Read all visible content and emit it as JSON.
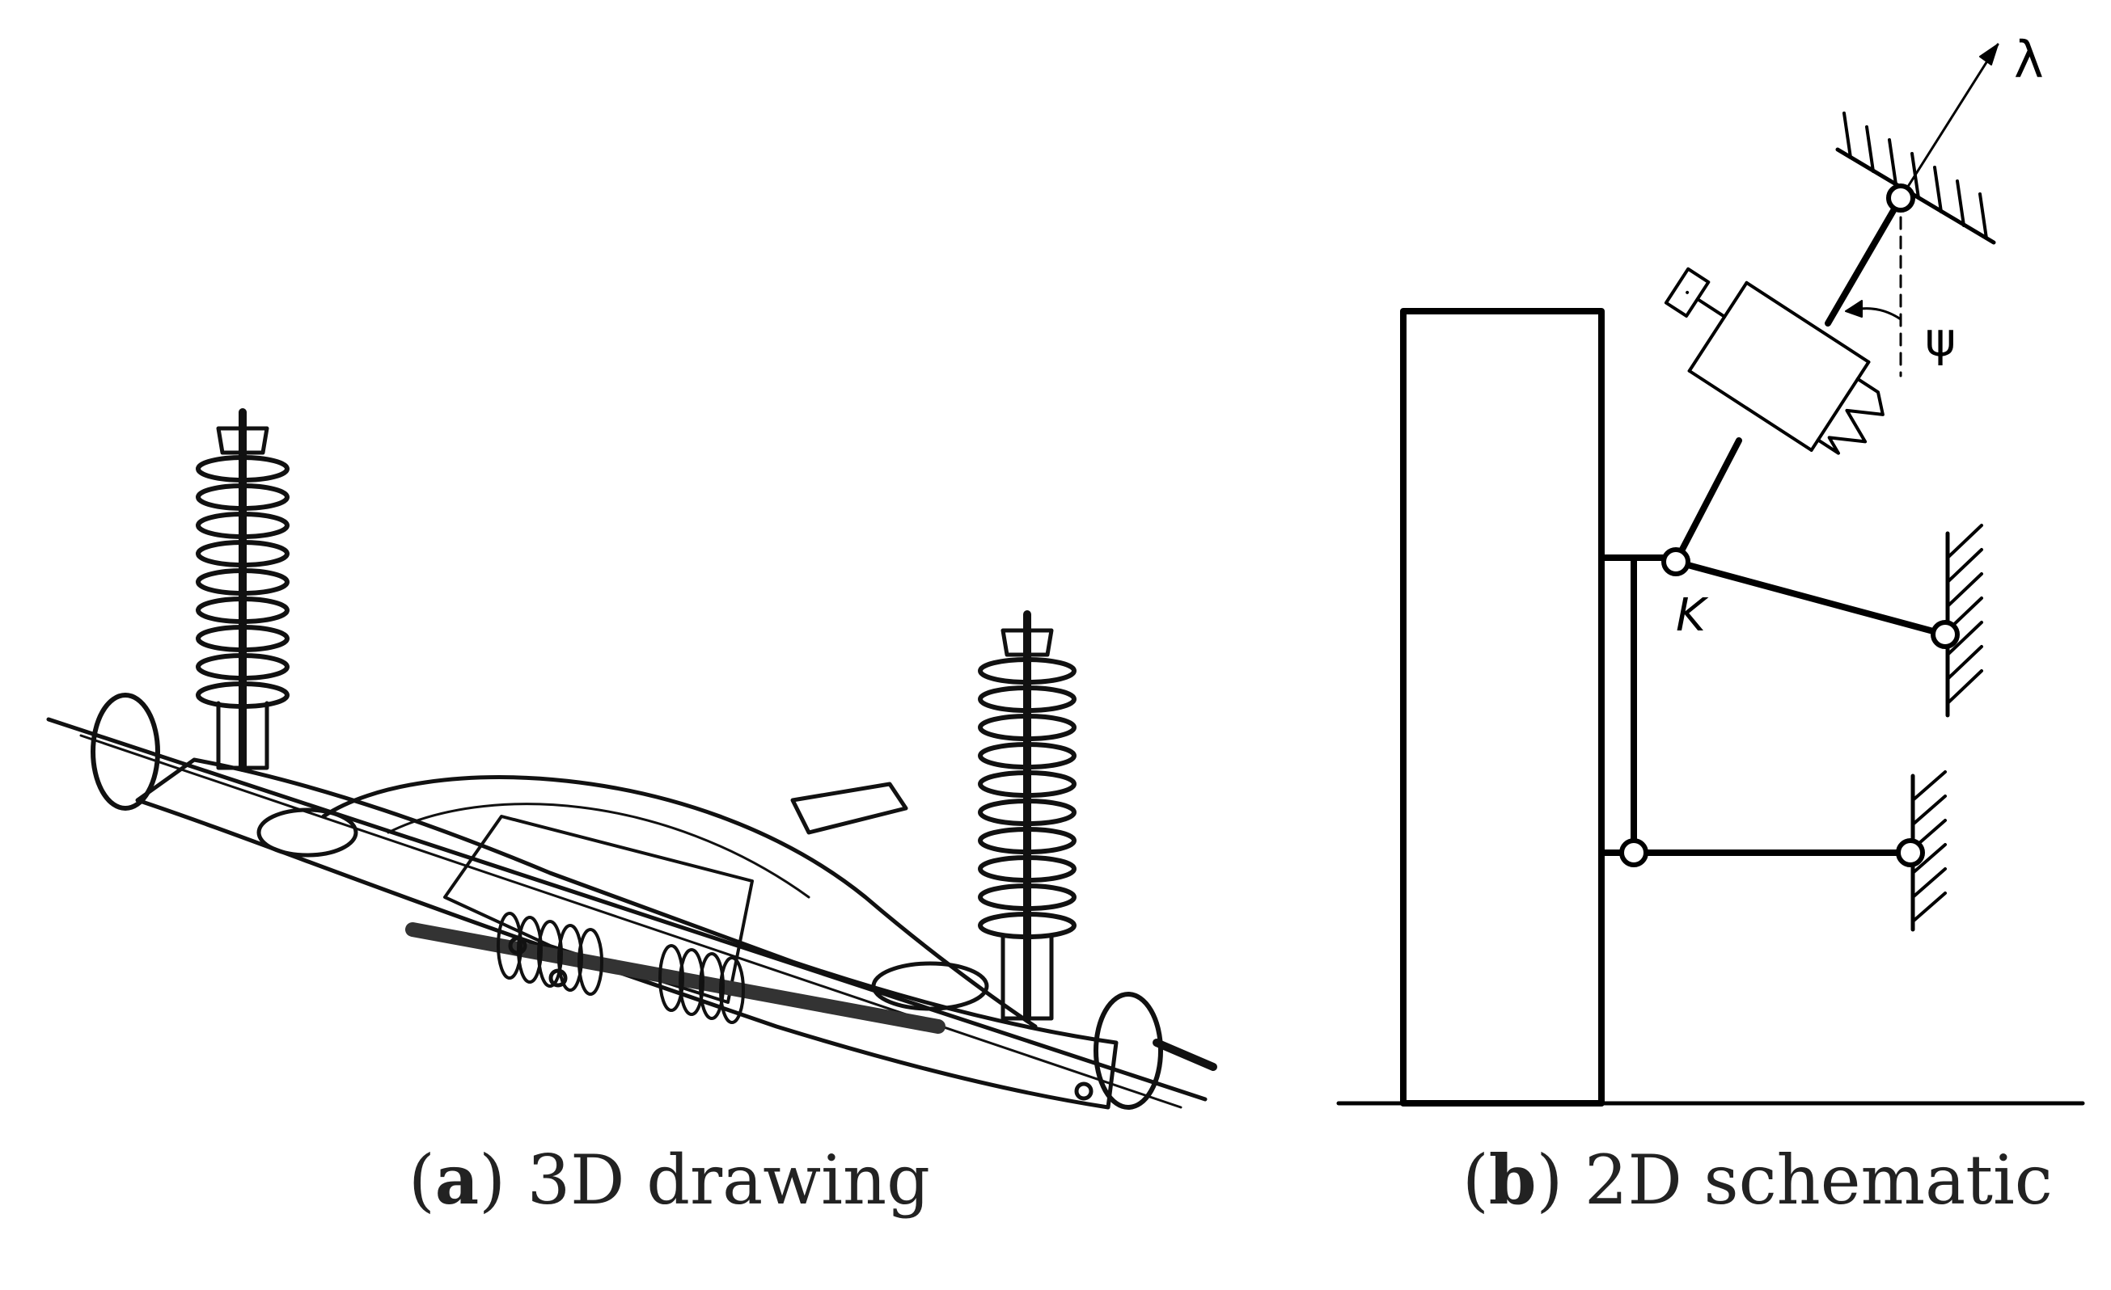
{
  "panel_a": {
    "caption_letter": "a",
    "caption_text": "3D drawing"
  },
  "panel_b": {
    "caption_letter": "b",
    "caption_text": "2D schematic",
    "labels": {
      "lambda": "λ",
      "psi": "ψ",
      "k": "K"
    }
  }
}
